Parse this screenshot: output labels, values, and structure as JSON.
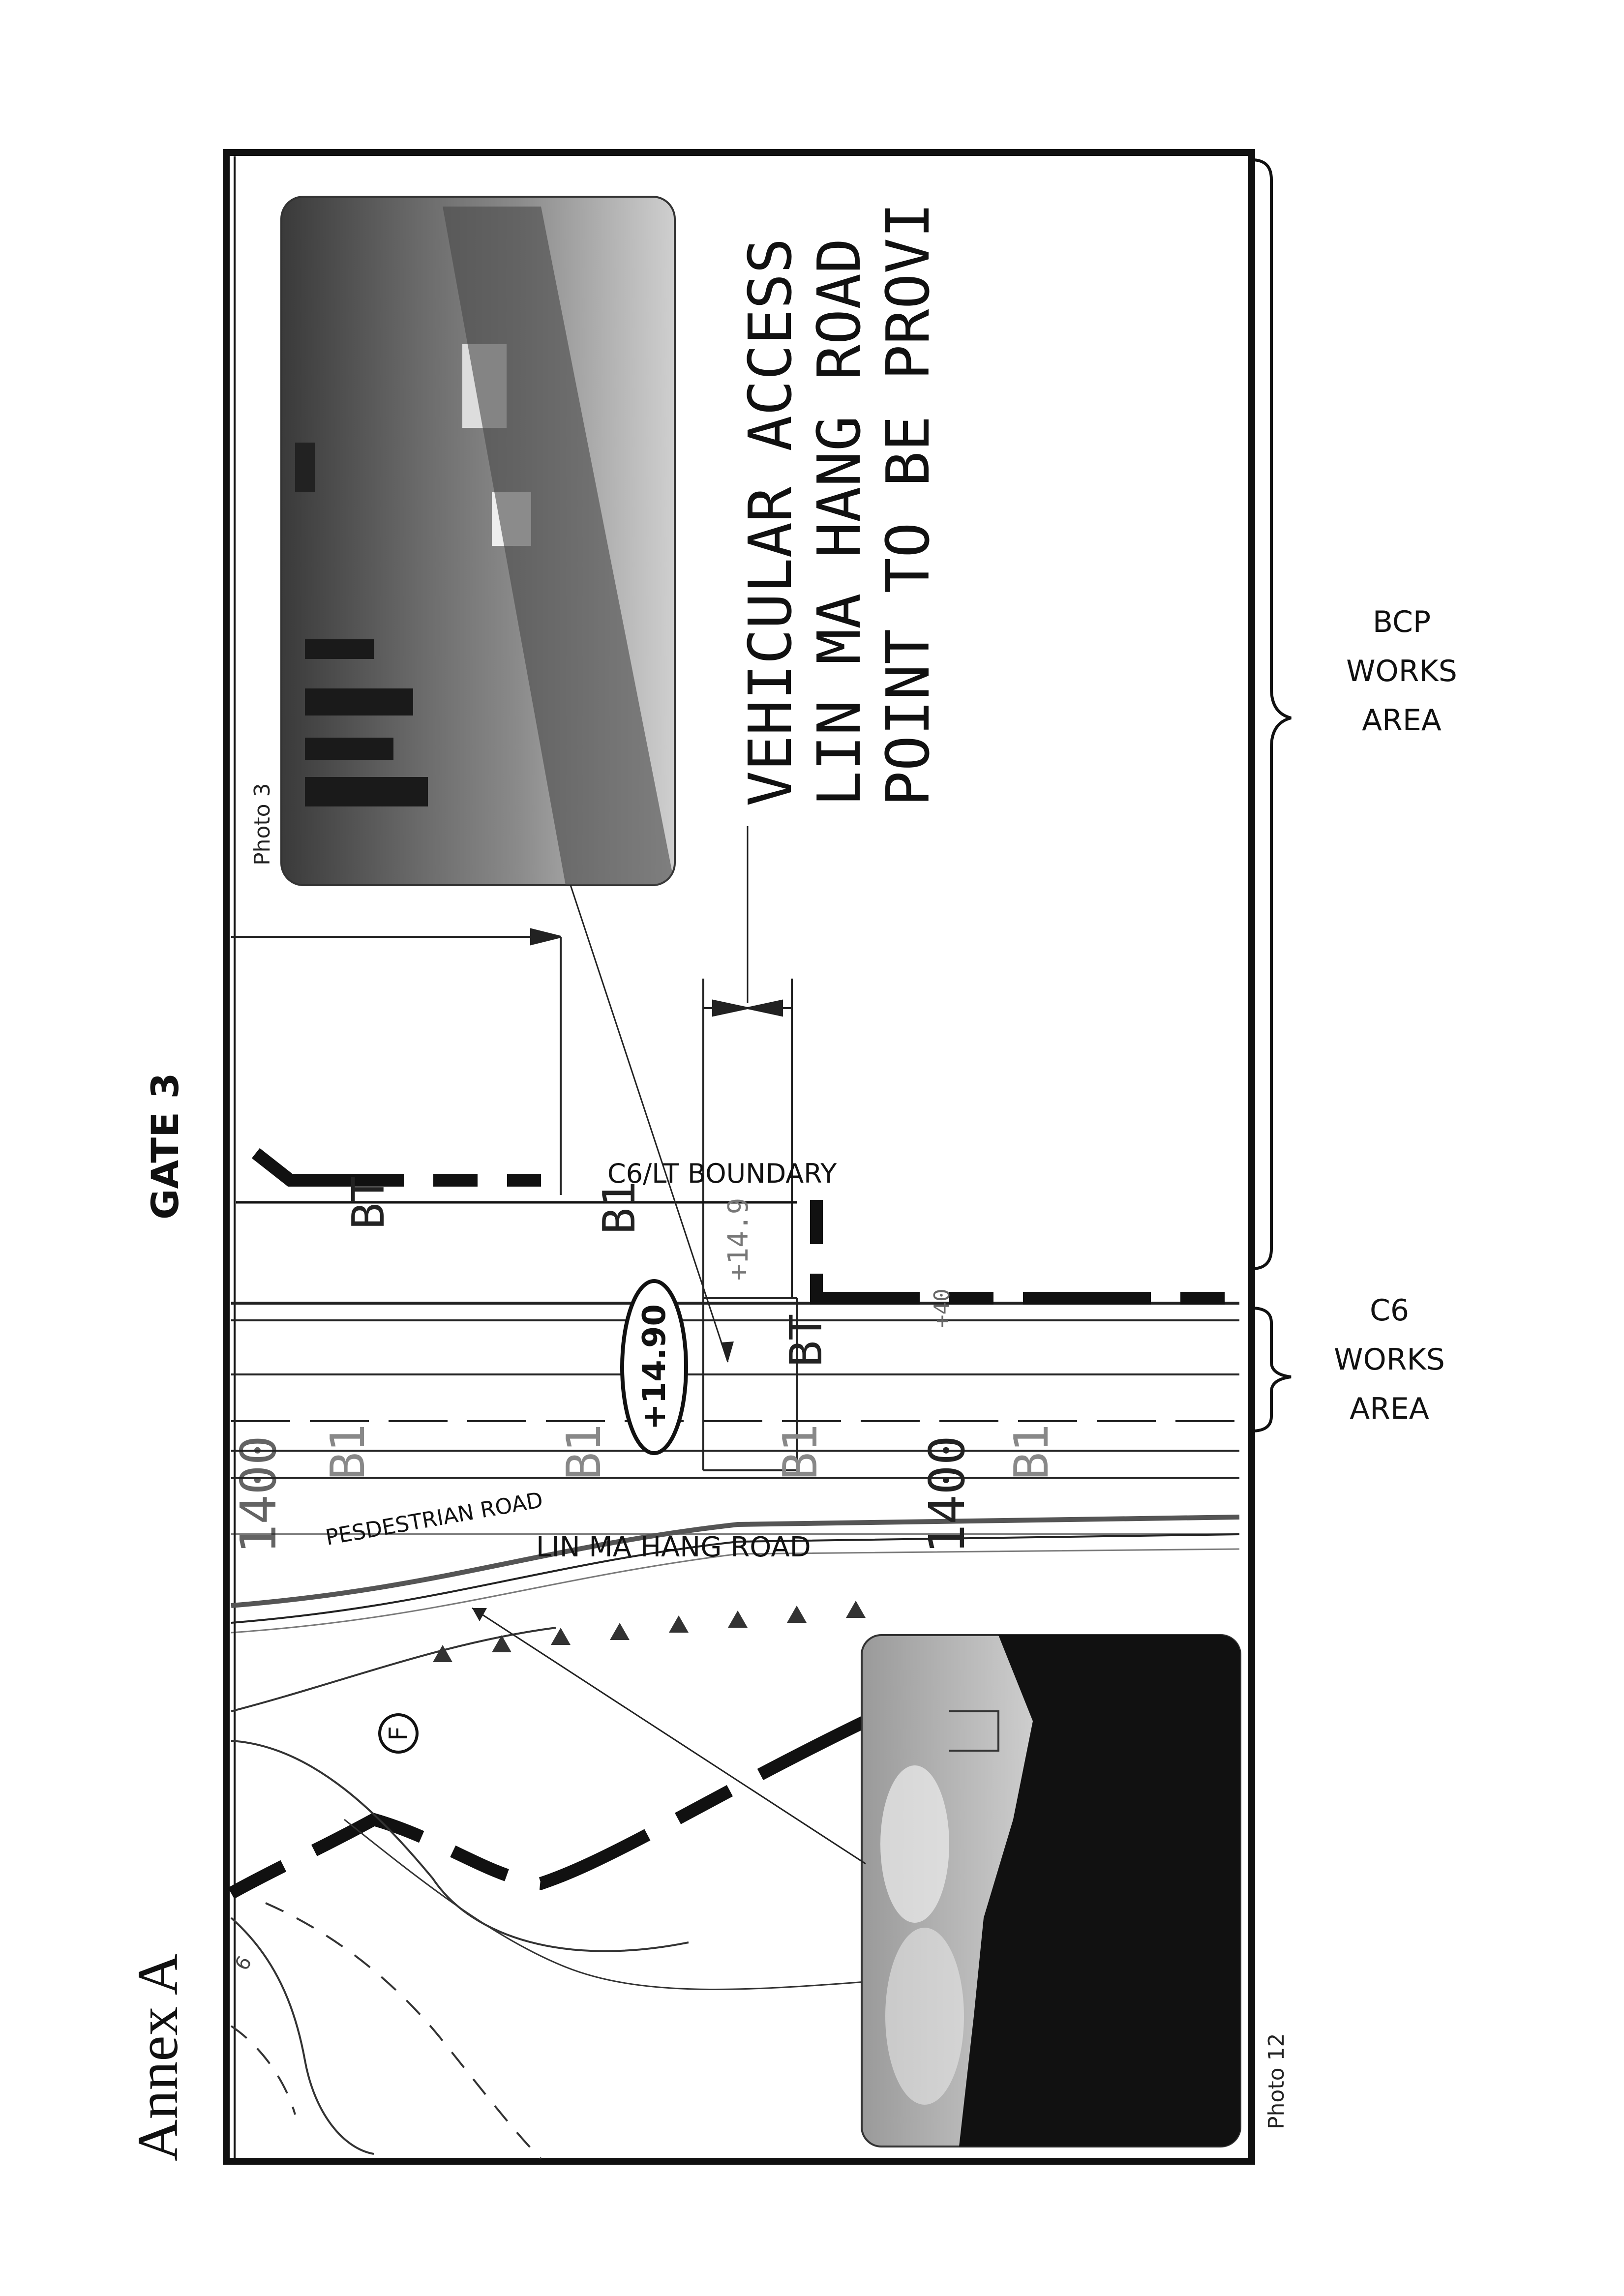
{
  "annex_title": "Annex A",
  "gate_label": "GATE 3",
  "boundary_label": "C6/LT BOUNDARY",
  "works_areas": {
    "bcp": [
      "BCP",
      "WORKS",
      "AREA"
    ],
    "c6": [
      "C6",
      "WORKS",
      "AREA"
    ]
  },
  "road_labels": {
    "main_road": "LIN MA HANG ROAD",
    "pedestrian_road": "PESDESTRIAN ROAD"
  },
  "callout_note": [
    "VEHICULAR ACCESS",
    "LIN MA HANG ROAD",
    "POINT TO BE PROVI"
  ],
  "photo_captions": {
    "photo_3": "Photo 3",
    "photo_12": "Photo 12"
  },
  "level_marker": "+14.90",
  "level_small": "+14.9",
  "chainage": "1400",
  "chainage_small": "+40",
  "survey_marker": "F",
  "boundary_codes": {
    "bt_1": "BT",
    "b1_top": "B1",
    "bt_2": "BT",
    "b1_left": "B1",
    "b1_mid": "B1",
    "b1_right": "B1",
    "b1_far": "B1"
  },
  "tick_fragment": "1400",
  "contour_number": "6"
}
